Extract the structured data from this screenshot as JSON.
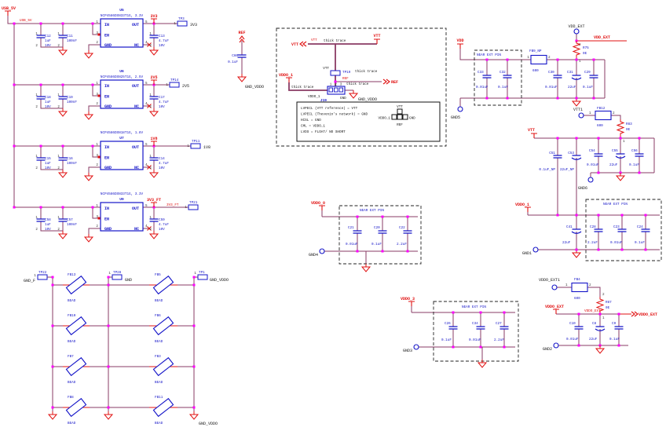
{
  "colors": {
    "wire": "#8A3B64",
    "accent_red": "#E01010",
    "component_blue": "#1414C8",
    "junction": "#FF00FF"
  },
  "pins": {
    "n1": "1",
    "n2": "2",
    "n3": "3",
    "n4": "4",
    "n5": "5"
  },
  "usb": {
    "flag": "USB_5V",
    "inline": "USB_5V"
  },
  "reg_pins": {
    "in": "IN",
    "en": "EN",
    "gnd": "GND",
    "out": "OUT",
    "nc": "NC"
  },
  "regulators": [
    {
      "refdes": "U5",
      "part": "NCP4586DSN33T1G, 3.3V",
      "capA": {
        "r": "C12",
        "v1": "1uF",
        "v2": "10V"
      },
      "capB": {
        "r": "C11",
        "v1": "100nF"
      },
      "capC": {
        "r": "C13",
        "v1": "4.7uF",
        "v2": "10V"
      },
      "flag": "3V3",
      "tp": "TP3",
      "net": "3V3"
    },
    {
      "refdes": "U6",
      "part": "NCP4586DSN25T1G, 2.5V",
      "capA": {
        "r": "C18",
        "v1": "1uF",
        "v2": "10V"
      },
      "capB": {
        "r": "C19",
        "v1": "100nF"
      },
      "capC": {
        "r": "C17",
        "v1": "4.7uF",
        "v2": "10V"
      },
      "flag": "2V5",
      "tp": "TP14",
      "net": "2V5"
    },
    {
      "refdes": "U7",
      "part": "NCP4586DSN18T1G, 1.8V",
      "capA": {
        "r": "C15",
        "v1": "1uF",
        "v2": "10V"
      },
      "capB": {
        "r": "C16",
        "v1": "100nF"
      },
      "capC": {
        "r": "C14",
        "v1": "4.7uF",
        "v2": "10V"
      },
      "flag": "1V8",
      "tp": "TP11",
      "net": "1V8"
    },
    {
      "refdes": "U9",
      "part": "NCP4586DSN33T1G, 3.3V",
      "capA": {
        "r": "C58",
        "v1": "1uF",
        "v2": "10V"
      },
      "capB": {
        "r": "C57",
        "v1": "100nF"
      },
      "capC": {
        "r": "C59",
        "v1": "4.7uF",
        "v2": "10V"
      },
      "flag": "3V3_FT",
      "tp": "TP21",
      "net": "3V3_FT",
      "inline": "3V3_FT"
    }
  ],
  "grid": {
    "tp_left": "TP22",
    "net_left": "GND_F",
    "tp_mid": "TP28",
    "net_mid": "GND",
    "tp_right": "TP1",
    "net_right": "GND_VDDO",
    "bead": "BEAD",
    "bottom": "GND_VDDO",
    "rows": [
      [
        "FB13",
        "FB5"
      ],
      [
        "FB10",
        "FB6"
      ],
      [
        "FB7",
        "FB3"
      ],
      [
        "FB8",
        "FB11"
      ]
    ]
  },
  "refcap": {
    "flag": "REF",
    "r": "C60",
    "v": "0.1uF",
    "gnd": "GND_VDDO"
  },
  "vttbox": {
    "off_vtt": "VTT",
    "inline_vtt": "VTT",
    "thick": "thick trace",
    "flag_vtt": "VTT",
    "tp_net": "VTT",
    "tp": "TP19",
    "ref_inline": "REF",
    "ref_off": "REF",
    "vddo1": "VDDO_1",
    "hdr": "J19",
    "hdr_net": "VDDO_1",
    "gnd": "GND",
    "gnd_net": "GND_VDDO",
    "notes": [
      "LVPECL (VTT reference) = VTT",
      "LVPECL (Thevenin's network) = GND",
      "HCSL = GND",
      "CML = VDDO_1",
      "LVDS = FLOAT/ NO SHORT"
    ],
    "pict": {
      "top": "VTT",
      "left": "VDDO_1",
      "right": "GND",
      "bottom": "REF"
    }
  },
  "near": "NEAR EXT PIN",
  "vdd": {
    "flag": "VDD",
    "c1": "C33",
    "v1": "0.01uF",
    "c2": "C32",
    "v2": "0.1uF",
    "fb": "FB9_NP",
    "fbv": "600",
    "c3": "C30",
    "v3": "0.01uF",
    "c4": "C31",
    "v4": "22uF",
    "c5": "C29",
    "v5": "0.1uF",
    "gnd": "GND5",
    "ext_pin": "VDD_EXT",
    "ext_net": "VDD_EXT",
    "res": "R75",
    "resv": "0E"
  },
  "vtt": {
    "pin": "VTT1",
    "fb": "FB12",
    "fbv": "600",
    "res": "R83",
    "resv": "0E",
    "flag": "VTT",
    "c1": "C51",
    "v1": "0.1uF_NP",
    "c2": "C53",
    "v2": "22uF_NP",
    "c3": "C54",
    "v3": "0.01uF",
    "c4": "C55",
    "v4": "22uF",
    "c5": "C56",
    "v5": "0.1uF",
    "gnd": "GND6"
  },
  "vddo0": {
    "flag": "VDDO_0",
    "c1": "C21",
    "v1": "0.01uF",
    "c2": "C20",
    "v2": "0.1uF",
    "c3": "C22",
    "v3": "2.2uF",
    "gnd": "GND4"
  },
  "vddo1": {
    "flag": "VDDO_1",
    "c0": "C41",
    "v0": "22uF",
    "c1": "C28",
    "v1": "2.2uF",
    "c2": "C23",
    "v2": "0.01uF",
    "c3": "C24",
    "v3": "0.1uF",
    "gnd": "GND1"
  },
  "vddo3": {
    "flag": "VDDO_3",
    "c1": "C26",
    "v1": "0.1uF",
    "c2": "C34",
    "v2": "0.01uF",
    "c3": "C27",
    "v3": "2.2uF",
    "gnd": "GND3"
  },
  "vddoext": {
    "pin": "VDDO_EXT1",
    "fb": "FB4",
    "fbv": "600",
    "res": "R87",
    "resv": "0E",
    "flag": "VDDO_EXT",
    "inline": "VDDO_EXT",
    "off": "VDDO_EXT",
    "c1": "C10",
    "v1": "0.01uF",
    "c2": "C8",
    "v2": "22uF",
    "c3": "C9",
    "v3": "0.1uF",
    "gnd": "GND2"
  }
}
